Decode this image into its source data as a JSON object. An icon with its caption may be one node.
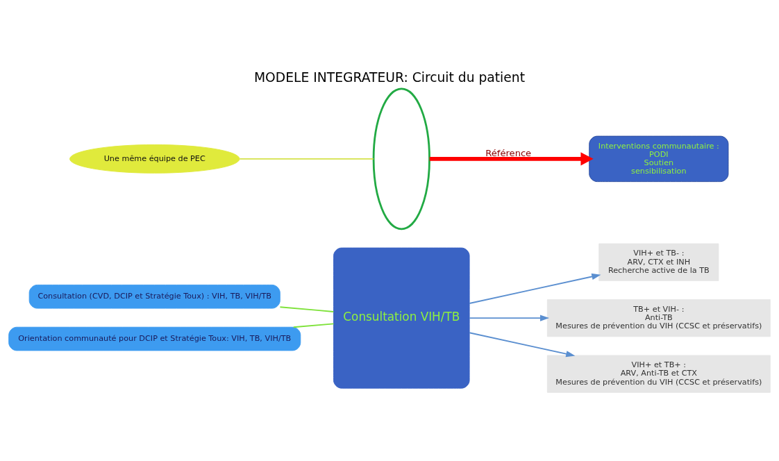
{
  "diagram": {
    "title": "MODELE INTEGRATEUR: Circuit du patient",
    "nodes": [
      {
        "text": [
          "Consultation (CVD, DCIP et Stratégie Toux) : VIH, TB, VIH/TB"
        ]
      },
      {
        "text": [
          "Orientation communauté pour DCIP et Stratégie Toux: VIH, TB, VIH/TB"
        ]
      },
      {
        "text": [
          "Consultation VIH/TB"
        ]
      },
      {
        "text": [],
        "shape": "ellipse"
      },
      {
        "text": [
          "VIH+ et TB- :",
          "ARV, CTX et INH",
          "Recherche active de la TB"
        ]
      },
      {
        "text": [
          "TB+ et VIH- :",
          "Anti-TB",
          "Mesures de prévention du VIH (CCSC et préservatifs)"
        ]
      },
      {
        "text": [
          "VIH+ et TB+ :",
          "ARV, Anti-TB et CTX",
          "Mesures de prévention du VIH (CCSC et préservatifs)"
        ]
      },
      {
        "text": [
          "Une même équipe de PEC"
        ]
      },
      {
        "text": [
          "Interventions communautaire :",
          "PODI",
          "Soutien",
          "sensibilisation"
        ]
      }
    ],
    "edges": [
      {
        "from": 0,
        "to": 2,
        "arrow": "none",
        "color": "#7ee23a"
      },
      {
        "from": 1,
        "to": 2,
        "arrow": "none",
        "color": "#7ee23a"
      },
      {
        "from": 2,
        "to": 4,
        "arrow": "to"
      },
      {
        "from": 2,
        "to": 5,
        "arrow": "to"
      },
      {
        "from": 2,
        "to": 6,
        "arrow": "to"
      },
      {
        "from": 7,
        "to": 3,
        "arrow": "none",
        "color": "#d4e24a"
      },
      {
        "from": 3,
        "to": 8,
        "arrow": "to",
        "label": "Référence",
        "style": "thick",
        "color": "#ff0000"
      }
    ]
  }
}
